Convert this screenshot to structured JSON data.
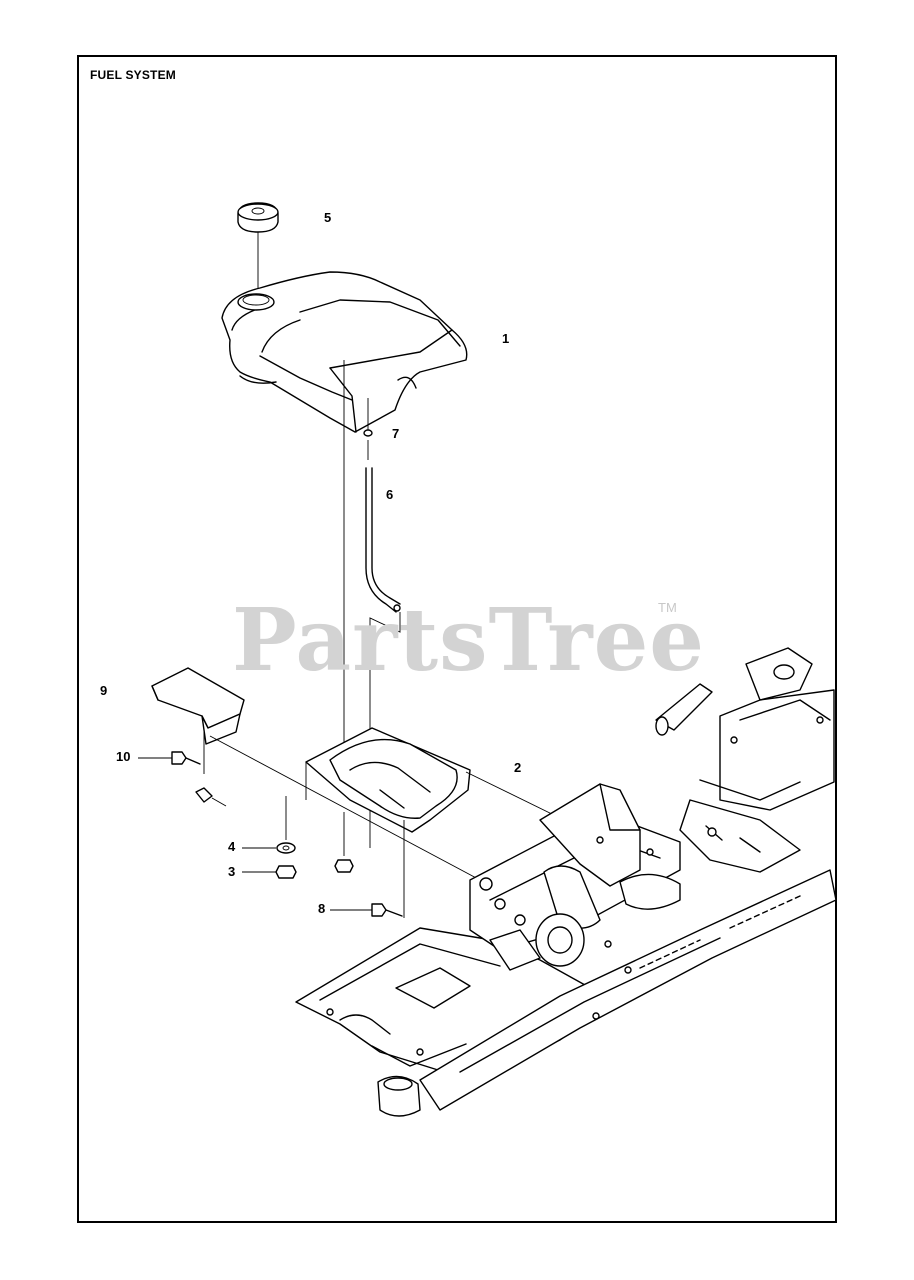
{
  "title": "FUEL SYSTEM",
  "callouts": {
    "c1": "1",
    "c2": "2",
    "c3": "3",
    "c4": "4",
    "c5": "5",
    "c6": "6",
    "c7": "7",
    "c8": "8",
    "c9": "9",
    "c10": "10"
  },
  "watermark": {
    "brand": "PartsTree",
    "mark": "TM"
  }
}
